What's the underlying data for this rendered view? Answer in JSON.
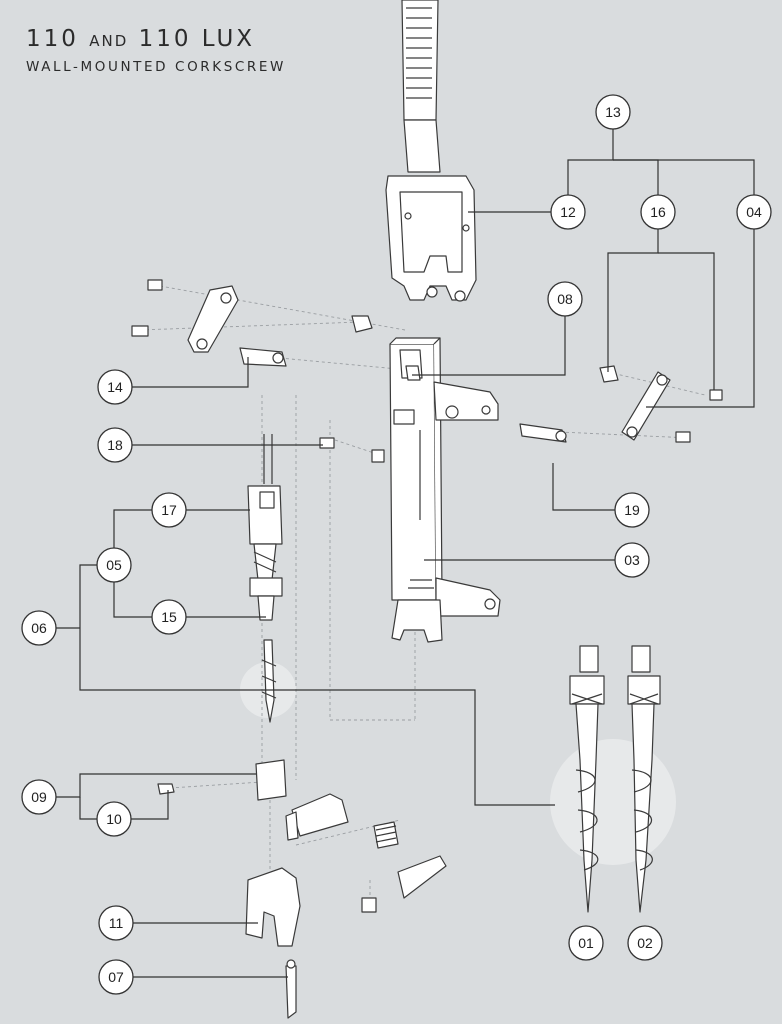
{
  "title": {
    "main_prefix": "110 ",
    "main_connector": "AND",
    "main_suffix": " 110 LUX",
    "subtitle": "WALL-MOUNTED CORKSCREW"
  },
  "callouts": {
    "c01": "01",
    "c02": "02",
    "c03": "03",
    "c04": "04",
    "c05": "05",
    "c06": "06",
    "c07": "07",
    "c08": "08",
    "c09": "09",
    "c10": "10",
    "c11": "11",
    "c12": "12",
    "c13": "13",
    "c14": "14",
    "c15": "15",
    "c16": "16",
    "c17": "17",
    "c18": "18",
    "c19": "19"
  },
  "colors": {
    "background": "#d9dcde",
    "line": "#333333",
    "part_fill": "#ffffff"
  }
}
